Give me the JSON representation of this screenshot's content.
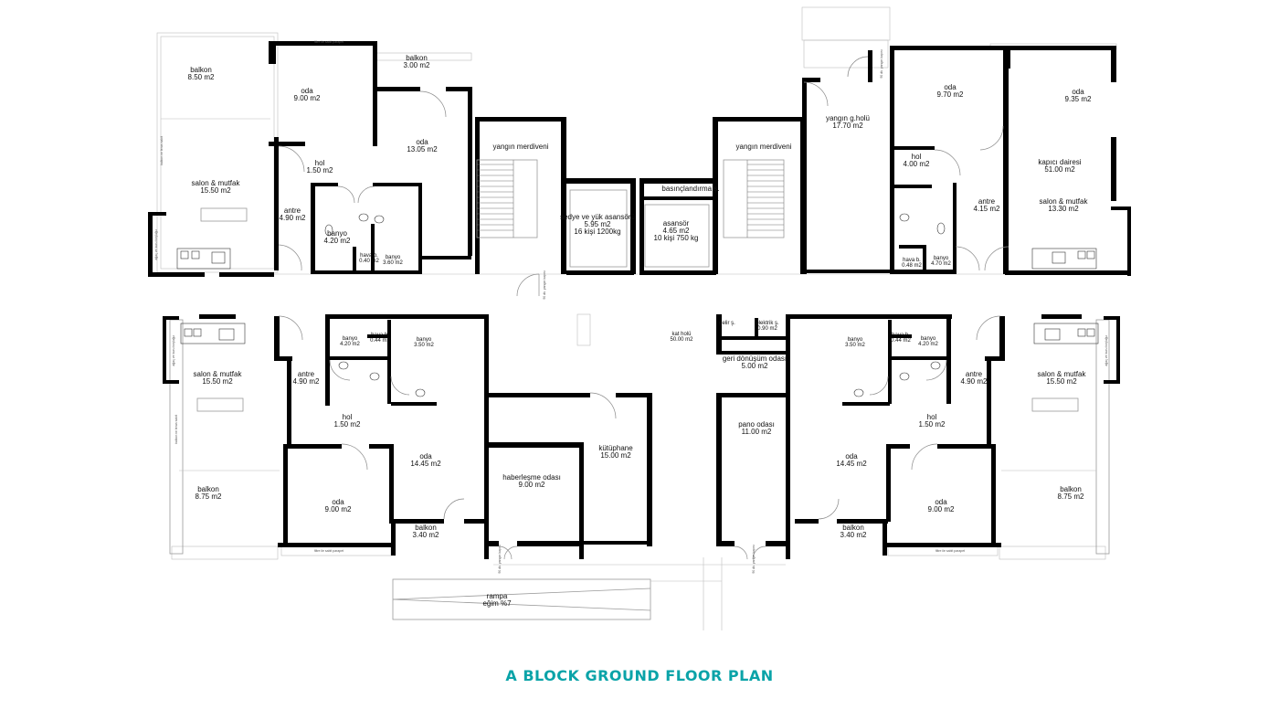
{
  "title": "A BLOCK GROUND FLOOR PLAN",
  "accent_color": "#0aa3a8",
  "rooms": [
    {
      "id": "nw_balkon",
      "name": "balkon",
      "area": "8.50 m2"
    },
    {
      "id": "nw_oda1",
      "name": "oda",
      "area": "9.00 m2"
    },
    {
      "id": "nw_balkon2",
      "name": "balkon",
      "area": "3.00 m2"
    },
    {
      "id": "nw_oda2",
      "name": "oda",
      "area": "13.05 m2"
    },
    {
      "id": "nw_hol",
      "name": "hol",
      "area": "1.50 m2"
    },
    {
      "id": "nw_salon",
      "name": "salon & mutfak",
      "area": "15.50 m2"
    },
    {
      "id": "nw_antre",
      "name": "antre",
      "area": "4.90 m2"
    },
    {
      "id": "nw_banyo1",
      "name": "banyo",
      "area": "4.20 m2"
    },
    {
      "id": "nw_havaluk",
      "name": "hava b.",
      "area": "0.40 m2"
    },
    {
      "id": "nw_banyo2",
      "name": "banyo",
      "area": "3.60 m2"
    },
    {
      "id": "c_stair1",
      "name": "yangın merdiveni",
      "area": ""
    },
    {
      "id": "c_stair2",
      "name": "yangın merdiveni",
      "area": ""
    },
    {
      "id": "c_sedye",
      "name": "sedye ve yük asansörü",
      "area": "5.95 m2",
      "extra": "16 kişi 1200kg"
    },
    {
      "id": "c_basinc",
      "name": "basınçlandırma ş.",
      "area": ""
    },
    {
      "id": "c_asansor",
      "name": "asansör",
      "area": "4.65 m2",
      "extra": "10 kişi 750 kg"
    },
    {
      "id": "ne_holu",
      "name": "yangın g.holü",
      "area": "17.70 m2"
    },
    {
      "id": "ne_oda1",
      "name": "oda",
      "area": "9.70 m2"
    },
    {
      "id": "ne_oda2",
      "name": "oda",
      "area": "9.35 m2"
    },
    {
      "id": "ne_hol",
      "name": "hol",
      "area": "4.00 m2"
    },
    {
      "id": "ne_kapici",
      "name": "kapıcı dairesi",
      "area": "51.00 m2"
    },
    {
      "id": "ne_antre",
      "name": "antre",
      "area": "4.15 m2"
    },
    {
      "id": "ne_salon",
      "name": "salon & mutfak",
      "area": "13.30 m2"
    },
    {
      "id": "ne_havaluk",
      "name": "hava b.",
      "area": "0.48 m2"
    },
    {
      "id": "ne_banyo",
      "name": "banyo",
      "area": "4.70 m2"
    },
    {
      "id": "sw_banyo1",
      "name": "banyo",
      "area": "4.20 m2"
    },
    {
      "id": "sw_havaluk",
      "name": "hava b.",
      "area": "0.44 m2"
    },
    {
      "id": "sw_banyo2",
      "name": "banyo",
      "area": "3.50 m2"
    },
    {
      "id": "sw_salon",
      "name": "salon & mutfak",
      "area": "15.50 m2"
    },
    {
      "id": "sw_antre",
      "name": "antre",
      "area": "4.90 m2"
    },
    {
      "id": "sw_hol",
      "name": "hol",
      "area": "1.50 m2"
    },
    {
      "id": "sw_oda1",
      "name": "oda",
      "area": "14.45 m2"
    },
    {
      "id": "sw_balkon",
      "name": "balkon",
      "area": "8.75 m2"
    },
    {
      "id": "sw_oda2",
      "name": "oda",
      "area": "9.00 m2"
    },
    {
      "id": "sw_balkon2",
      "name": "balkon",
      "area": "3.40 m2"
    },
    {
      "id": "c_haberlesme",
      "name": "haberleşme odası",
      "area": "9.00 m2"
    },
    {
      "id": "c_kutuphane",
      "name": "kütüphane",
      "area": "15.00 m2"
    },
    {
      "id": "c_kat_holu",
      "name": "kat holü",
      "area": "50.00 m2"
    },
    {
      "id": "c_geri",
      "name": "geri dönüşüm odası",
      "area": "5.00 m2"
    },
    {
      "id": "c_pano",
      "name": "pano odası",
      "area": "11.00 m2"
    },
    {
      "id": "c_gelir",
      "name": "gelir ş.",
      "area": ""
    },
    {
      "id": "c_elektrik",
      "name": "elektrik ş.",
      "area": "0.90 m2"
    },
    {
      "id": "se_banyo1",
      "name": "banyo",
      "area": "3.50 m2"
    },
    {
      "id": "se_havaluk",
      "name": "hava b.",
      "area": "0.44 m2"
    },
    {
      "id": "se_banyo2",
      "name": "banyo",
      "area": "4.20 m2"
    },
    {
      "id": "se_antre",
      "name": "antre",
      "area": "4.90 m2"
    },
    {
      "id": "se_salon",
      "name": "salon & mutfak",
      "area": "15.50 m2"
    },
    {
      "id": "se_hol",
      "name": "hol",
      "area": "1.50 m2"
    },
    {
      "id": "se_oda1",
      "name": "oda",
      "area": "14.45 m2"
    },
    {
      "id": "se_oda2",
      "name": "oda",
      "area": "9.00 m2"
    },
    {
      "id": "se_balkon",
      "name": "balkon",
      "area": "8.75 m2"
    },
    {
      "id": "se_balkon2",
      "name": "balkon",
      "area": "3.40 m2"
    },
    {
      "id": "rampa",
      "name": "rampa",
      "area": "eğim %7"
    }
  ],
  "annotations": {
    "wc_shaft": "ağaç ve kuru boşluğu",
    "fire_door": "90 dk. yangın kapısı",
    "balcony_rail": "filtre ile sabit parapet",
    "side_rail": "balkon ve teras sabit"
  }
}
